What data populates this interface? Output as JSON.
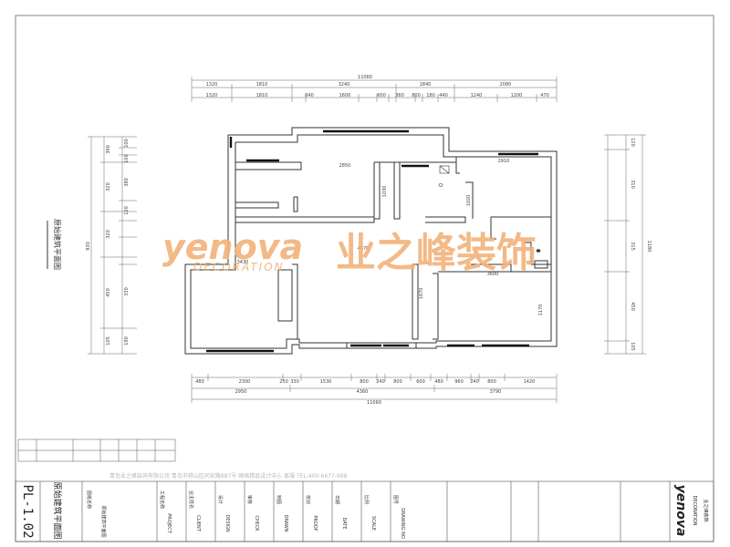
{
  "drawing": {
    "sheet_no": "PL-1.02",
    "title": "原始建筑平面图",
    "side_title": "原始建筑平面图"
  },
  "watermark": {
    "brand": "yenova",
    "sub": "DECORATION",
    "cn": "业之峰装饰"
  },
  "dims_top": {
    "total": "11060",
    "row1": [
      "1320",
      "1810",
      "3240",
      "1840",
      "2080"
    ],
    "row2": [
      "1320",
      "1810",
      "640",
      "1600",
      "600",
      "360",
      "800",
      "180",
      "440",
      "1240",
      "1200",
      "470"
    ]
  },
  "dims_bottom": {
    "row1": [
      "480",
      "2300",
      "250",
      "330",
      "1530",
      "800",
      "240",
      "800",
      "600",
      "480",
      "960",
      "240",
      "800",
      "1420"
    ],
    "row2": [
      "2950",
      "4360",
      "3790"
    ],
    "total": "11060"
  },
  "dims_left": {
    "total": "930",
    "segs": [
      "300",
      "100",
      "100",
      "320",
      "450",
      "105",
      "380",
      "120",
      "330",
      "190"
    ]
  },
  "dims_right": {
    "total": "1180",
    "segs": [
      "310",
      "120",
      "315",
      "450",
      "105"
    ]
  },
  "inner_dims": [
    "2850",
    "2910",
    "4670",
    "3430",
    "3600",
    "1030",
    "1670",
    "1170",
    "1020"
  ],
  "title_block": {
    "company_line": "青岛业之峰装饰有限公司 青岛市崂山区同安路887号 峰格精品设计中心 客服 TEL:400-6677-998",
    "labels": [
      "图纸名称",
      "工程名称",
      "业主姓名",
      "设计",
      "审核",
      "制图",
      "校对",
      "日期",
      "比例",
      "图号"
    ],
    "values": [
      "原始建筑平面图",
      "PROJECT",
      "CLIENT",
      "DESIGN",
      "CHECK",
      "DRAWN",
      "PROOF",
      "DATE",
      "SCALE",
      "DRAWING NO"
    ],
    "brand": "yenova",
    "brand_sub": "DECORATION",
    "brand_cn": "业之峰装饰"
  },
  "colors": {
    "watermark": "#f2b27a",
    "line": "#555555",
    "wall": "#333333"
  }
}
